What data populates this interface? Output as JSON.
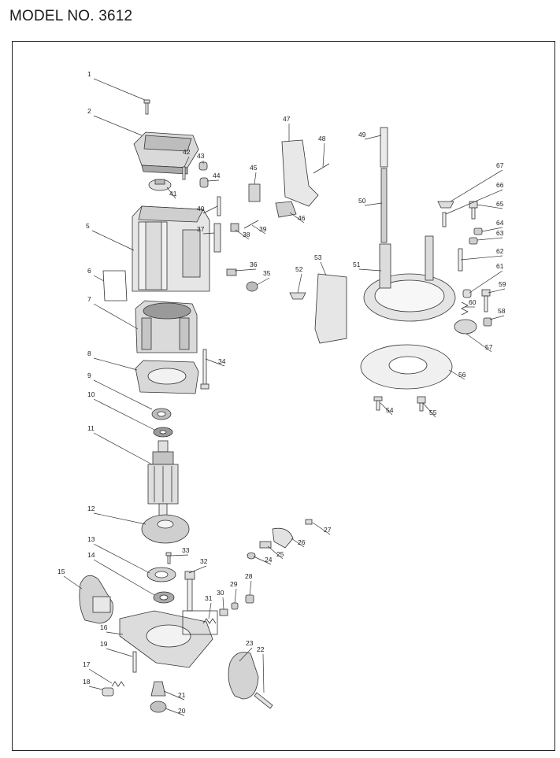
{
  "title": "MODEL NO. 3612",
  "colors": {
    "line": "#333333",
    "fill_light": "#e4e4e4",
    "fill_mid": "#c8c8c8",
    "fill_dark": "#8f8f8f"
  },
  "parts": [
    {
      "no": "1"
    },
    {
      "no": "2"
    },
    {
      "no": "5"
    },
    {
      "no": "6"
    },
    {
      "no": "7"
    },
    {
      "no": "8"
    },
    {
      "no": "9"
    },
    {
      "no": "10"
    },
    {
      "no": "11"
    },
    {
      "no": "12"
    },
    {
      "no": "13"
    },
    {
      "no": "14"
    },
    {
      "no": "15"
    },
    {
      "no": "16"
    },
    {
      "no": "17"
    },
    {
      "no": "18"
    },
    {
      "no": "19"
    },
    {
      "no": "20"
    },
    {
      "no": "21"
    },
    {
      "no": "22"
    },
    {
      "no": "23"
    },
    {
      "no": "24"
    },
    {
      "no": "25"
    },
    {
      "no": "26"
    },
    {
      "no": "27"
    },
    {
      "no": "28"
    },
    {
      "no": "29"
    },
    {
      "no": "30"
    },
    {
      "no": "31"
    },
    {
      "no": "32"
    },
    {
      "no": "33"
    },
    {
      "no": "34"
    },
    {
      "no": "35"
    },
    {
      "no": "36"
    },
    {
      "no": "37"
    },
    {
      "no": "38"
    },
    {
      "no": "39"
    },
    {
      "no": "40"
    },
    {
      "no": "41"
    },
    {
      "no": "42"
    },
    {
      "no": "43"
    },
    {
      "no": "44"
    },
    {
      "no": "45"
    },
    {
      "no": "46"
    },
    {
      "no": "47"
    },
    {
      "no": "48"
    },
    {
      "no": "49"
    },
    {
      "no": "50"
    },
    {
      "no": "51"
    },
    {
      "no": "52"
    },
    {
      "no": "53"
    },
    {
      "no": "54"
    },
    {
      "no": "55"
    },
    {
      "no": "56"
    },
    {
      "no": "57"
    },
    {
      "no": "58"
    },
    {
      "no": "59"
    },
    {
      "no": "60"
    },
    {
      "no": "61"
    },
    {
      "no": "62"
    },
    {
      "no": "63"
    },
    {
      "no": "64"
    },
    {
      "no": "65"
    },
    {
      "no": "66"
    },
    {
      "no": "67"
    }
  ]
}
